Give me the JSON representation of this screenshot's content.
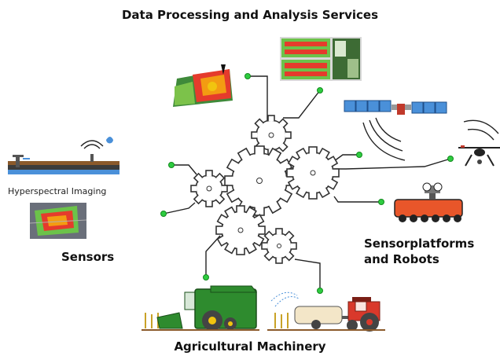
{
  "labels": {
    "title": "Data Processing and Analysis Services",
    "hyperspectral": "Hyperspectral Imaging",
    "sensors": "Sensors",
    "platforms_line1": "Sensorplatforms",
    "platforms_line2": "and Robots",
    "machinery": "Agricultural Machinery"
  },
  "colors": {
    "node_green": "#2ecc40",
    "gear_stroke": "#333333",
    "combine_green": "#2e8b2e",
    "tractor_red": "#d9392b",
    "robot_orange": "#e8562a",
    "field_map_red": "#e53b2c",
    "field_map_green": "#6cc24a"
  },
  "icons": [
    "field-map-icon",
    "field-imagery-icon",
    "satellite-icon",
    "drone-icon",
    "soil-sensor-icon",
    "hyperspectral-image-icon",
    "robot-icon",
    "combine-harvester-icon",
    "tractor-sprayer-icon",
    "gear-icon"
  ]
}
